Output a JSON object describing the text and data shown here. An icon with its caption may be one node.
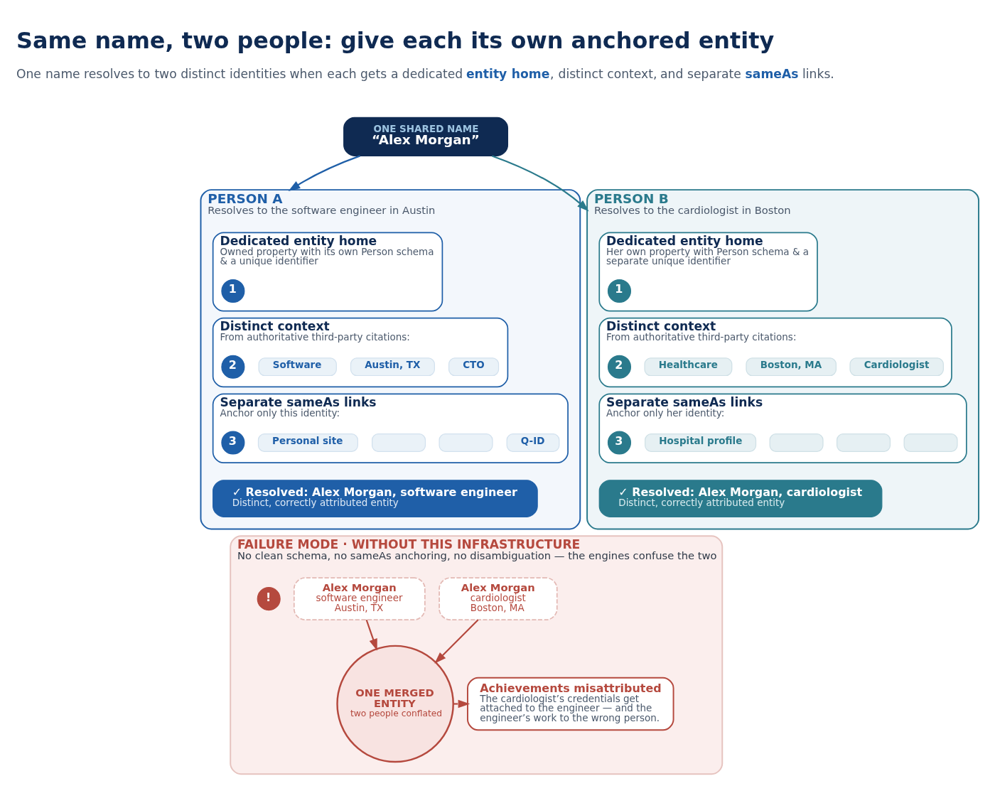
{
  "diagram": {
    "title": "Same name, two people: give each its own anchored entity",
    "nodes": [
      {
        "text": [
          "ONE SHARED NAME",
          "“Alex Morgan”"
        ]
      },
      {
        "text": [
          "PERSON A",
          "Resolves to the software engineer in Austin"
        ]
      },
      {
        "text": [
          "Dedicated entity home",
          "Owned property with its own Person schema & a unique identifier"
        ],
        "in": 1
      },
      {
        "text": [
          "1"
        ],
        "in": 2
      },
      {
        "text": [
          "Distinct context",
          "From authoritative third-party citations:"
        ],
        "in": 1
      },
      {
        "text": [
          "2"
        ],
        "in": 4
      },
      {
        "text": [
          "Software"
        ],
        "in": 4
      },
      {
        "text": [
          "Austin, TX"
        ],
        "in": 4
      },
      {
        "text": [
          "CTO"
        ],
        "in": 4
      },
      {
        "text": [
          "Separate sameAs links",
          "Anchor only this identity:"
        ],
        "in": 1
      },
      {
        "text": [
          "3"
        ],
        "in": 9
      },
      {
        "text": [
          "Personal site"
        ],
        "in": 9
      },
      {
        "text": [],
        "shape": "box",
        "in": 9
      },
      {
        "text": [],
        "shape": "box",
        "in": 9
      },
      {
        "text": [
          "Q-ID"
        ],
        "in": 9
      },
      {
        "text": [
          "✓ Resolved: Alex Morgan, software engineer",
          "Distinct, correctly attributed entity"
        ],
        "in": 1
      },
      {
        "text": [
          "PERSON B",
          "Resolves to the cardiologist in Boston"
        ]
      },
      {
        "text": [
          "Dedicated entity home",
          "Her own property with Person schema & a separate unique identifier"
        ],
        "in": 16
      },
      {
        "text": [
          "1"
        ],
        "in": 17
      },
      {
        "text": [
          "Distinct context",
          "From authoritative third-party citations:"
        ],
        "in": 16
      },
      {
        "text": [
          "2"
        ],
        "in": 19
      },
      {
        "text": [
          "Healthcare"
        ],
        "in": 19
      },
      {
        "text": [
          "Boston, MA"
        ],
        "in": 19
      },
      {
        "text": [
          "Cardiologist"
        ],
        "in": 19
      },
      {
        "text": [
          "Separate sameAs links",
          "Anchor only her identity:"
        ],
        "in": 16
      },
      {
        "text": [
          "3"
        ],
        "in": 24
      },
      {
        "text": [
          "Hospital profile"
        ],
        "in": 24
      },
      {
        "text": [],
        "shape": "box",
        "in": 24
      },
      {
        "text": [],
        "shape": "box",
        "in": 24
      },
      {
        "text": [],
        "shape": "box",
        "in": 24
      },
      {
        "text": [
          "✓ Resolved: Alex Morgan, cardiologist",
          "Distinct, correctly attributed entity"
        ],
        "in": 16
      },
      {
        "text": [
          "FAILURE MODE · WITHOUT THIS INFRASTRUCTURE",
          "No clean schema, no sameAs anchoring, no disambiguation — the engines confuse the two"
        ]
      },
      {
        "text": [
          "!"
        ],
        "in": 31
      },
      {
        "text": [
          "Alex Morgan",
          "software engineer",
          "Austin, TX"
        ],
        "in": 31
      },
      {
        "text": [
          "Alex Morgan",
          "cardiologist",
          "Boston, MA"
        ],
        "in": 31
      },
      {
        "text": [
          "ONE MERGED ENTITY",
          "two people conflated"
        ],
        "in": 31
      },
      {
        "text": [
          "Achievements misattributed",
          "The cardiologist’s credentials get attached to the engineer — and the engineer’s work to the wrong person."
        ],
        "in": 31
      }
    ],
    "edges": [
      {
        "from": 0,
        "to": 1,
        "arrow": "to",
        "color": "#1f5fa8"
      },
      {
        "from": 0,
        "to": 16,
        "arrow": "to",
        "color": "#2a7a8c"
      },
      {
        "from": 33,
        "to": 35,
        "arrow": "to"
      },
      {
        "from": 34,
        "to": 35,
        "arrow": "to"
      },
      {
        "from": 35,
        "to": 36,
        "arrow": "to",
        "style": "dashed"
      }
    ],
    "labels": [
      "One name resolves to two distinct identities when each gets a dedicated **entity home**, distinct context, and separate **sameAs** links."
    ]
  }
}
